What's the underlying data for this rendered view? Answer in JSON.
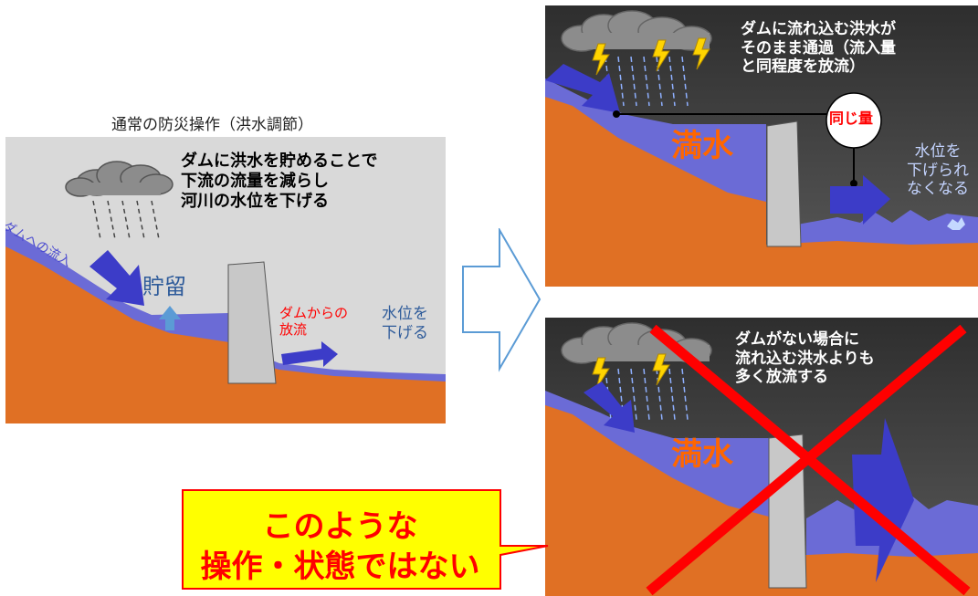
{
  "left_panel": {
    "caption": "通常の防災操作（洪水調節）",
    "headline": "ダムに洪水を貯めることで\n下流の流量を減らし\n河川の水位を下げる",
    "inflow_label": "ダムへの流入",
    "storage_label": "貯留",
    "release_label": "ダムからの\n放流",
    "water_level_label": "水位を\n下げる"
  },
  "top_right_panel": {
    "headline": "ダムに流れ込む洪水が\nそのまま通過（流入量\nと同程度を放流）",
    "same_amount_label": "同じ量",
    "full_label": "満水",
    "water_level_label": "水位を\n下げられ\nなくなる"
  },
  "bottom_right_panel": {
    "headline": "ダムがない場合に\n流れ込む洪水よりも\n多く放流する",
    "full_label": "満水"
  },
  "callout": {
    "text": "このような\n操作・状態ではない"
  },
  "colors": {
    "terrain": "#e07024",
    "water": "#6b6bd6",
    "arrow": "#3c3cc8",
    "dam": "#c8c8c8",
    "cross": "#ff0000",
    "callout_bg": "#ffff00",
    "callout_border": "#ff0000",
    "panel_dark": "#3a3a3a",
    "panel_light": "#d9d9d9"
  }
}
